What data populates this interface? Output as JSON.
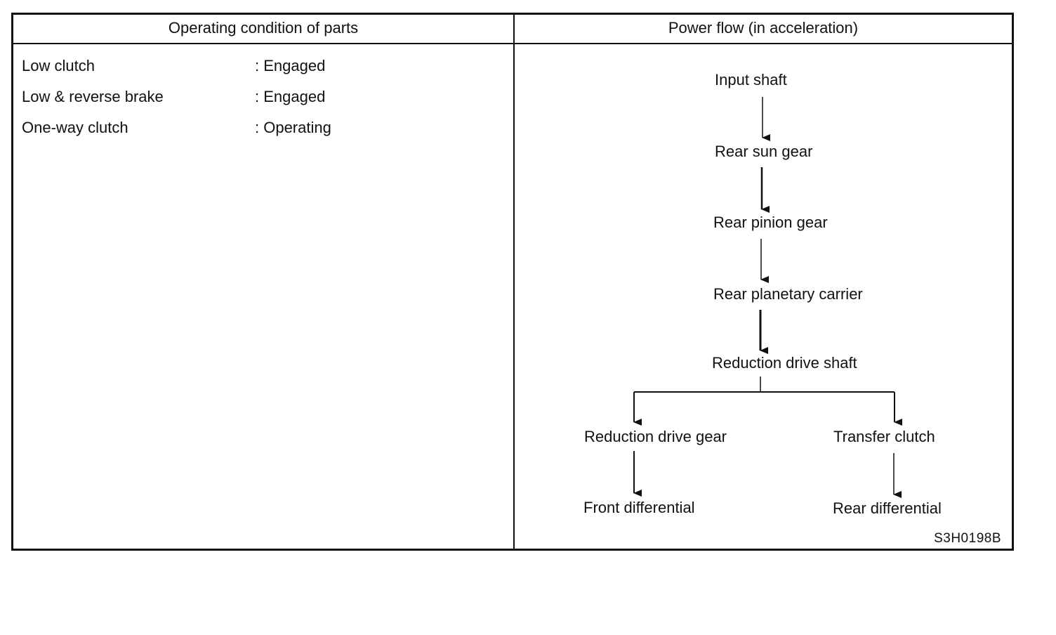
{
  "table": {
    "left_header": "Operating condition of parts",
    "right_header": "Power flow (in acceleration)"
  },
  "conditions": [
    {
      "part": "Low clutch",
      "state": ": Engaged"
    },
    {
      "part": "Low & reverse brake",
      "state": ": Engaged"
    },
    {
      "part": "One-way clutch",
      "state": ": Operating"
    }
  ],
  "power_flow": {
    "nodes": {
      "input_shaft": "Input shaft",
      "rear_sun_gear": "Rear sun gear",
      "rear_pinion_gear": "Rear pinion gear",
      "rear_planetary_carrier": "Rear planetary carrier",
      "reduction_drive_shaft": "Reduction drive shaft",
      "reduction_drive_gear": "Reduction drive gear",
      "transfer_clutch": "Transfer clutch",
      "front_differential": "Front differential",
      "rear_differential": "Rear differential"
    },
    "edges": [
      [
        "input_shaft",
        "rear_sun_gear"
      ],
      [
        "rear_sun_gear",
        "rear_pinion_gear"
      ],
      [
        "rear_pinion_gear",
        "rear_planetary_carrier"
      ],
      [
        "rear_planetary_carrier",
        "reduction_drive_shaft"
      ],
      [
        "reduction_drive_shaft",
        "reduction_drive_gear"
      ],
      [
        "reduction_drive_shaft",
        "transfer_clutch"
      ],
      [
        "reduction_drive_gear",
        "front_differential"
      ],
      [
        "transfer_clutch",
        "rear_differential"
      ]
    ]
  },
  "figure_code": "S3H0198B"
}
